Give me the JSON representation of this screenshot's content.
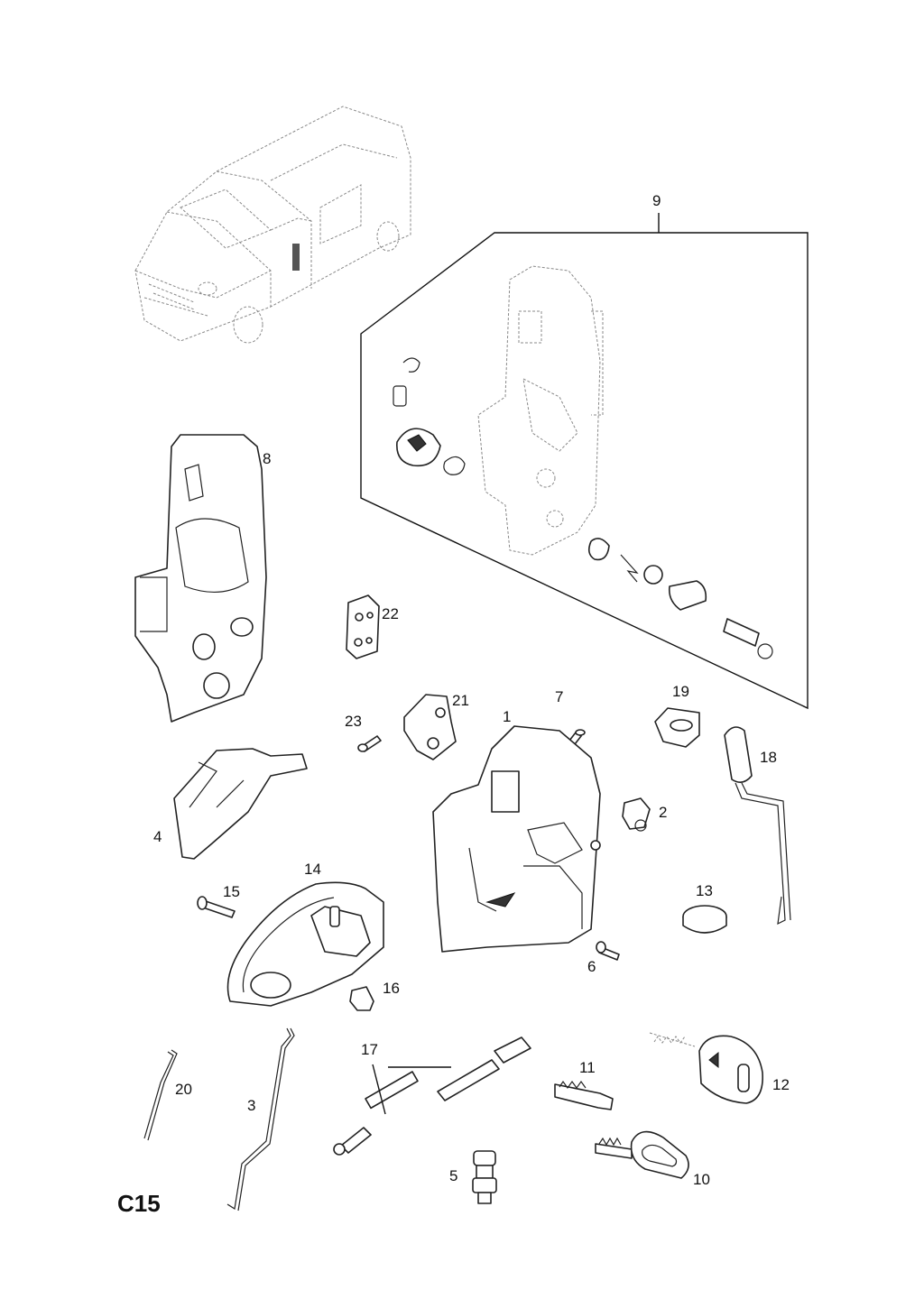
{
  "page_code": "C15",
  "parts": [
    {
      "id": "p1",
      "label": "1"
    },
    {
      "id": "p2",
      "label": "2"
    },
    {
      "id": "p3",
      "label": "3"
    },
    {
      "id": "p4",
      "label": "4"
    },
    {
      "id": "p5",
      "label": "5"
    },
    {
      "id": "p6",
      "label": "6"
    },
    {
      "id": "p7",
      "label": "7"
    },
    {
      "id": "p8",
      "label": "8"
    },
    {
      "id": "p9",
      "label": "9"
    },
    {
      "id": "p10",
      "label": "10"
    },
    {
      "id": "p11",
      "label": "11"
    },
    {
      "id": "p12",
      "label": "12"
    },
    {
      "id": "p13",
      "label": "13"
    },
    {
      "id": "p14",
      "label": "14"
    },
    {
      "id": "p15",
      "label": "15"
    },
    {
      "id": "p16",
      "label": "16"
    },
    {
      "id": "p17",
      "label": "17"
    },
    {
      "id": "p18",
      "label": "18"
    },
    {
      "id": "p19",
      "label": "19"
    },
    {
      "id": "p20",
      "label": "20"
    },
    {
      "id": "p21",
      "label": "21"
    },
    {
      "id": "p22",
      "label": "22"
    },
    {
      "id": "p23",
      "label": "23"
    }
  ]
}
